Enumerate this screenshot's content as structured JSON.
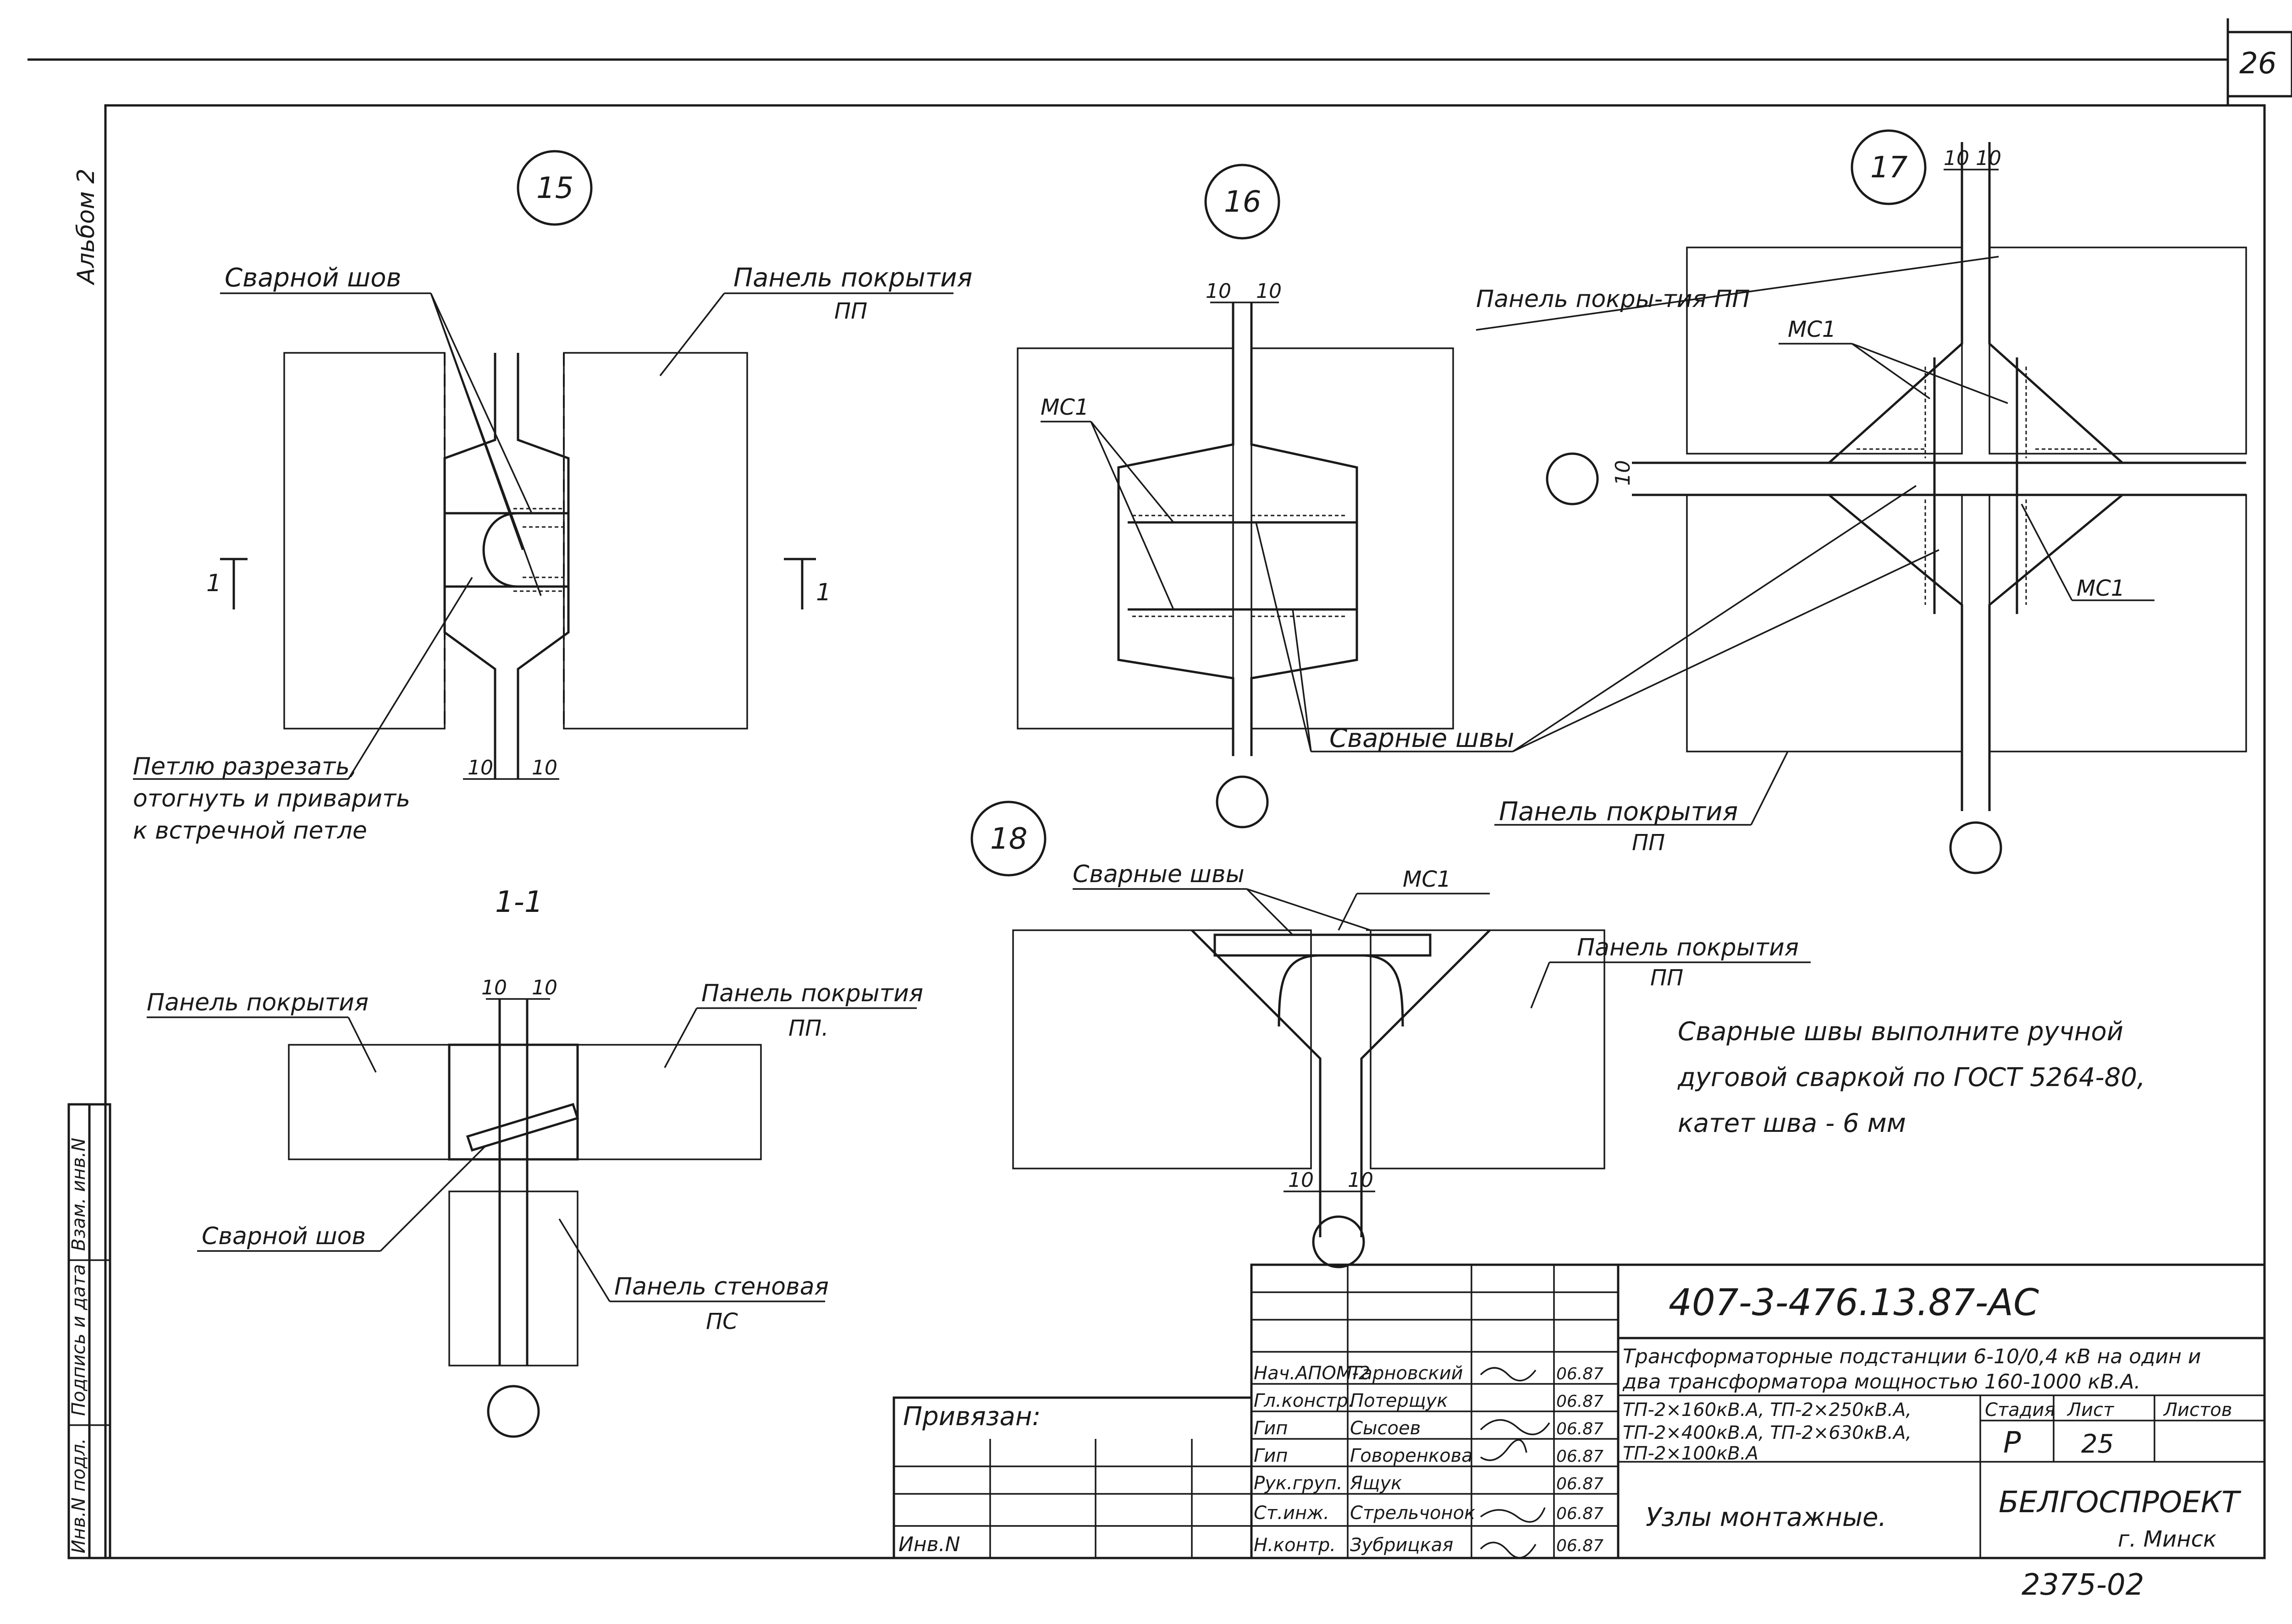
{
  "sheet": {
    "page_number": "26",
    "album_label": "Альбом 2",
    "side_stamp": [
      "Инв.N подл.",
      "Подпись и дата",
      "Взам. инв.N"
    ]
  },
  "nodes": {
    "n15": "15",
    "n16": "16",
    "n17": "17",
    "n18": "18"
  },
  "labels": {
    "weld_seam": "Сварной шов",
    "roof_panel_pp": "Панель покрытия",
    "pp": "ПП",
    "roof_panel_pp_17": "Панель покры-тия ПП",
    "mc1": "МС1",
    "welds": "Сварные швы",
    "loop_note_1": "Петлю разрезать,",
    "loop_note_2": "отогнуть и приварить",
    "loop_note_3": "к встречной петле",
    "section_1_1": "1-1",
    "section_mark": "1",
    "roof_panel": "Панель покрытия",
    "pp_dot": "ПП.",
    "wall_panel": "Панель стеновая",
    "pc": "ПС",
    "dim_10": "10",
    "note_1": "Сварные швы выполните ручной",
    "note_2": "дуговой сваркой по ГОСТ 5264-80,",
    "note_3": "катет шва - 6 мм"
  },
  "title_block": {
    "code": "407-3-476.13.87-АС",
    "project_title_1": "Трансформаторные подстанции 6-10/0,4 кВ на один и",
    "project_title_2": "два трансформатора мощностью 160-1000 кВ.А.",
    "variant_1": "ТП-2×160кВ.А, ТП-2×250кВ.А,",
    "variant_2": "ТП-2×400кВ.А, ТП-2×630кВ.А,",
    "variant_3": "ТП-2×100кВ.А",
    "sheet_title": "Узлы монтажные.",
    "stage_label": "Стадия",
    "sheet_label": "Лист",
    "sheets_label": "Листов",
    "stage_value": "Р",
    "sheet_value": "25",
    "org": "БЕЛГОСПРОЕКТ",
    "city": "г. Минск",
    "bound": "Привязан:",
    "inv": "Инв.N",
    "order_no": "2375-02"
  },
  "signatures": [
    {
      "role": "Нач.АПОМ-2",
      "name": "Тарновский",
      "date": "06.87"
    },
    {
      "role": "Гл.констр.",
      "name": "Потерщук",
      "date": "06.87"
    },
    {
      "role": "Гип",
      "name": "Сысоев",
      "date": "06.87"
    },
    {
      "role": "Гип",
      "name": "Говоренкова",
      "date": "06.87"
    },
    {
      "role": "Рук.груп.",
      "name": "Ящук",
      "date": "06.87"
    },
    {
      "role": "Ст.инж.",
      "name": "Стрельчонок",
      "date": "06.87"
    },
    {
      "role": "Н.контр.",
      "name": "Зубрицкая",
      "date": "06.87"
    }
  ]
}
